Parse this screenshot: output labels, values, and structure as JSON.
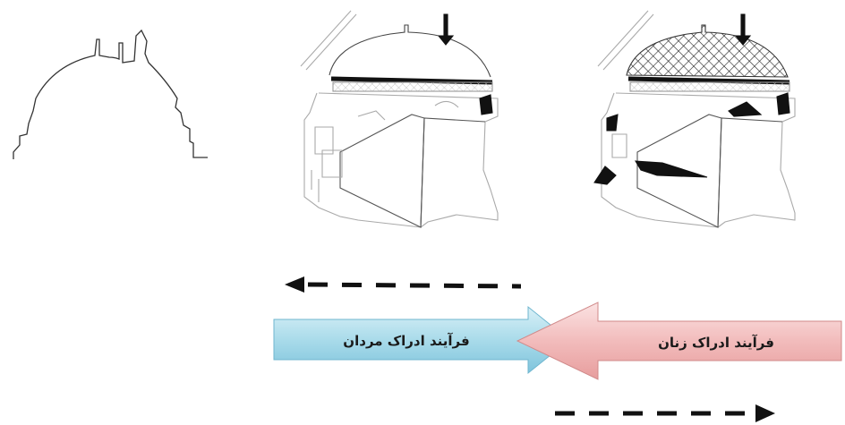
{
  "diagram": {
    "sketches": [
      {
        "id": "outline",
        "description_name": "dome-silhouette-outline"
      },
      {
        "id": "line-drawing",
        "description_name": "mosque-line-drawing"
      },
      {
        "id": "detailed-drawing",
        "description_name": "mosque-detailed-drawing"
      }
    ],
    "arrows": {
      "men_label": "فرآیند ادراک مردان",
      "women_label": "فرآیند ادراک زنان",
      "men_color": "#bfe3ee",
      "women_color": "#f3c4c4"
    },
    "dashed_arrows": {
      "top_direction": "left",
      "bottom_direction": "right"
    }
  }
}
